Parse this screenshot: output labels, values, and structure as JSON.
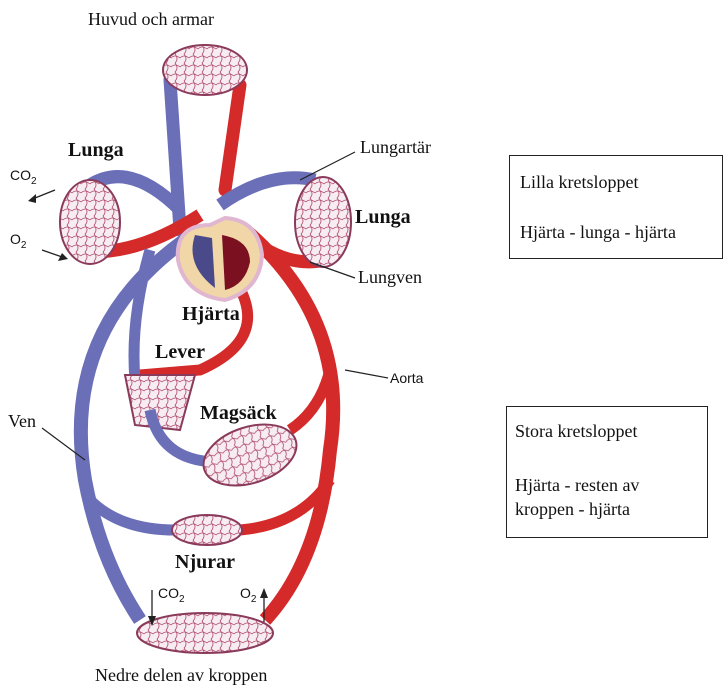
{
  "labels": {
    "head_arms": "Huvud och armar",
    "lung_left": "Lunga",
    "lung_right": "Lunga",
    "pulmonary_artery": "Lungartär",
    "pulmonary_vein": "Lungven",
    "heart": "Hjärta",
    "liver": "Lever",
    "stomach": "Magsäck",
    "aorta": "Aorta",
    "vein": "Ven",
    "kidneys": "Njurar",
    "lower_body": "Nedre delen av kroppen",
    "co2": "CO",
    "o2": "O",
    "sub2": "2"
  },
  "boxes": {
    "small_circuit": {
      "title": "Lilla kretsloppet",
      "line1": "Hjärta - lunga - hjärta"
    },
    "large_circuit": {
      "title": "Stora kretsloppet",
      "line1": "Hjärta - resten av",
      "line2": "kroppen  - hjärta"
    }
  },
  "colors": {
    "artery": "#d42a2a",
    "vein": "#6a6fb8",
    "capillary_fill": "#f4e6ec",
    "heart_dark": "#7a1020"
  }
}
